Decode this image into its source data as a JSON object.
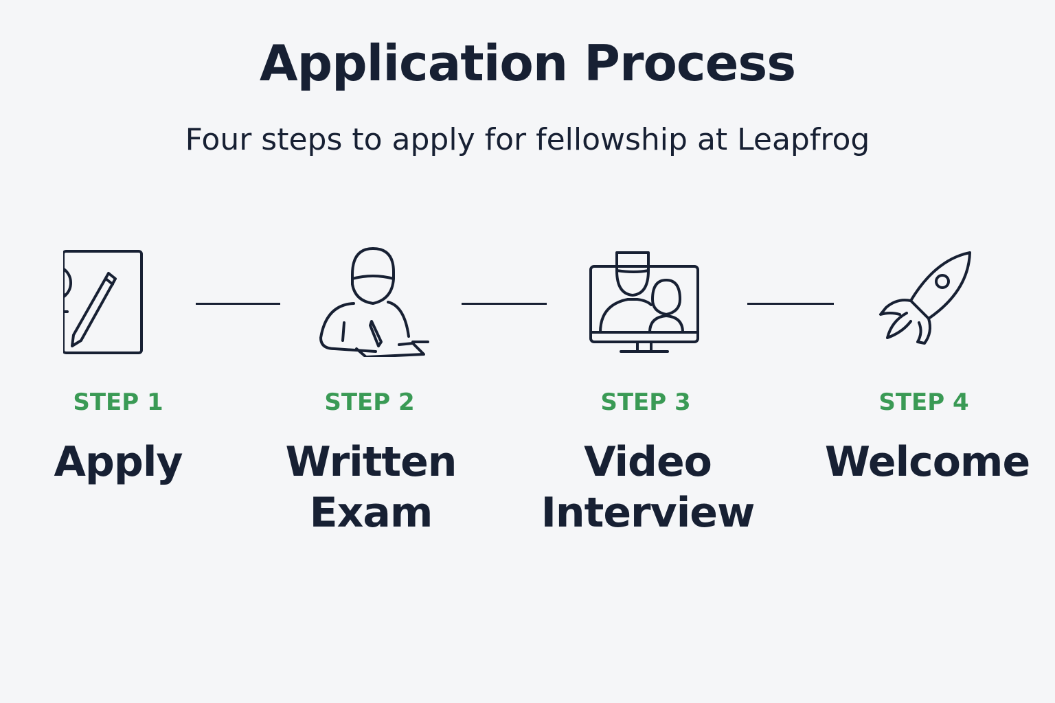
{
  "header": {
    "title": "Application Process",
    "subtitle": "Four steps to apply for fellowship at Leapfrog"
  },
  "colors": {
    "text": "#172033",
    "accent": "#3a9a55",
    "background": "#f5f6f8"
  },
  "steps": [
    {
      "label": "STEP 1",
      "name_line1": "Apply",
      "name_line2": "",
      "icon": "application-form-pencil-icon"
    },
    {
      "label": "STEP 2",
      "name_line1": "Written",
      "name_line2": "Exam",
      "icon": "person-writing-icon"
    },
    {
      "label": "STEP 3",
      "name_line1": "Video",
      "name_line2": "Interview",
      "icon": "video-call-monitor-icon"
    },
    {
      "label": "STEP 4",
      "name_line1": "Welcome",
      "name_line2": "",
      "icon": "rocket-icon"
    }
  ]
}
